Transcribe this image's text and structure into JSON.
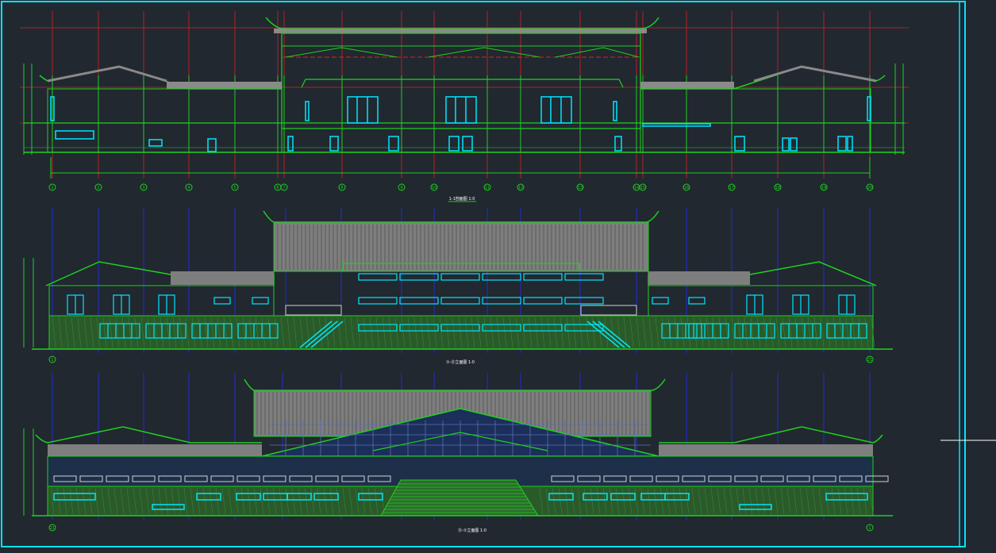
{
  "colors": {
    "background": "#212830",
    "frame": "#00e5ff",
    "line": "#1fd11f",
    "grid_red": "#e02020",
    "grid_blue": "#2030ff",
    "window": "#00e5ff",
    "text": "#ffffff",
    "roof": "#9a9a9a"
  },
  "section": {
    "axis_labels": [
      "1",
      "2",
      "3",
      "4",
      "5",
      "6",
      "7",
      "8",
      "9",
      "10",
      "11",
      "12",
      "13",
      "14",
      "15",
      "16",
      "17",
      "18",
      "19",
      "20",
      "21"
    ],
    "title": "1-1剖面图 1:0"
  },
  "elevation_front": {
    "axis_start": "1",
    "axis_end": "21",
    "title": "①-㉑立面图 1:0"
  },
  "elevation_rear": {
    "axis_start": "21",
    "axis_end": "1",
    "title": "㉑-①立面图 1:0"
  }
}
